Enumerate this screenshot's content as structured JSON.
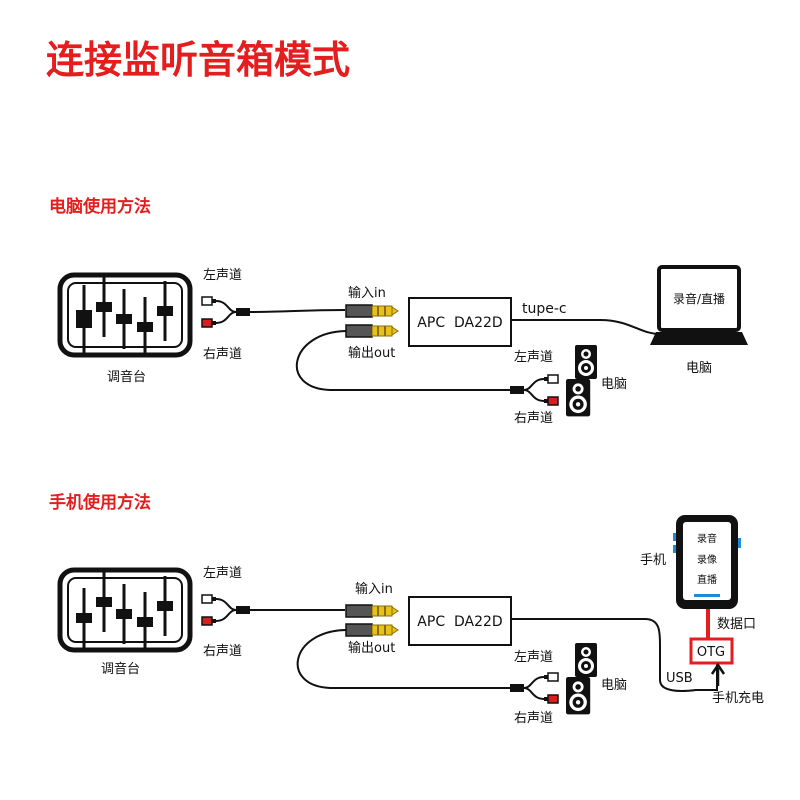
{
  "page": {
    "title": "连接监听音箱模式"
  },
  "colors": {
    "accent_red": "#e41e1e",
    "black": "#111111",
    "gold": "#e8c21c",
    "screen_blue": "#1f8ad8"
  },
  "sections": [
    {
      "heading": "电脑使用方法",
      "mixer_label": "调音台",
      "left_channel_label": "左声道",
      "right_channel_label": "右声道",
      "input_label": "输入in",
      "output_label": "输出out",
      "device_label": "APC  DA22D",
      "cable_label": "tupe-c",
      "speaker_left_label": "左声道",
      "speaker_right_label": "右声道",
      "speaker_device_label": "电脑",
      "laptop_screen_text": "录音/直播",
      "laptop_label": "电脑"
    },
    {
      "heading": "手机使用方法",
      "mixer_label": "调音台",
      "left_channel_label": "左声道",
      "right_channel_label": "右声道",
      "input_label": "输入in",
      "output_label": "输出out",
      "device_label": "APC  DA22D",
      "usb_label": "USB",
      "speaker_left_label": "左声道",
      "speaker_right_label": "右声道",
      "speaker_device_label": "电脑",
      "phone_label": "手机",
      "phone_screen_lines": [
        "录音",
        "录像",
        "直播"
      ],
      "data_port_label": "数据口",
      "otg_label": "OTG",
      "charge_label": "手机充电"
    }
  ]
}
